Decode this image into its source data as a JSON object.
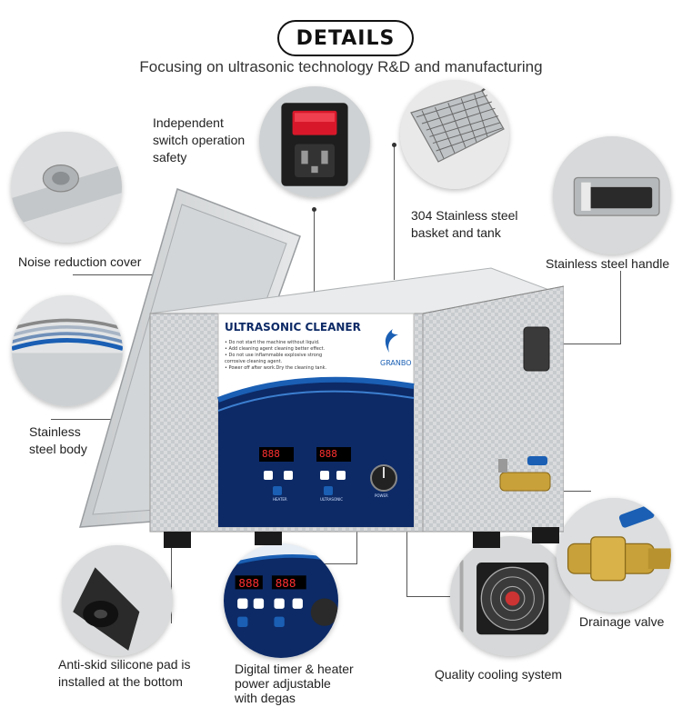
{
  "header": {
    "title": "DETAILS",
    "subtitle": "Focusing on ultrasonic technology R&D and manufacturing"
  },
  "labels": {
    "switch": [
      "Independent",
      "switch operation",
      "safety"
    ],
    "basket": [
      "304 Stainless steel",
      "basket and tank"
    ],
    "handle": "Stainless steel handle",
    "cover": "Noise reduction cover",
    "body": [
      "Stainless",
      "steel body"
    ],
    "pad": [
      "Anti-skid silicone pad is",
      "installed at the bottom"
    ],
    "timer": [
      "Digital timer & heater",
      "power adjustable",
      "with degas"
    ],
    "cooling": "Quality cooling system",
    "drain": "Drainage valve"
  },
  "panel": {
    "brand_title": "ULTRASONIC CLEANER",
    "logo_text": "GRANBO",
    "warnings": [
      "• Do not start the machine without liquid.",
      "• Add cleaning agent cleaning better effect.",
      "• Do not use inflammable explosive strong",
      "  corrosive cleaning agent.",
      "• Power off after work.Dry the cleaning tank."
    ],
    "display_left": "888",
    "display_right": "888",
    "heat_label": "HEATER",
    "ultra_label": "ULTRASONIC",
    "power_label": "POWER"
  },
  "colors": {
    "navy": "#0d2a66",
    "blue": "#1a5fb4",
    "steel": "#d5d7d9",
    "brass": "#c9a13a",
    "red_switch": "#d8182a"
  }
}
